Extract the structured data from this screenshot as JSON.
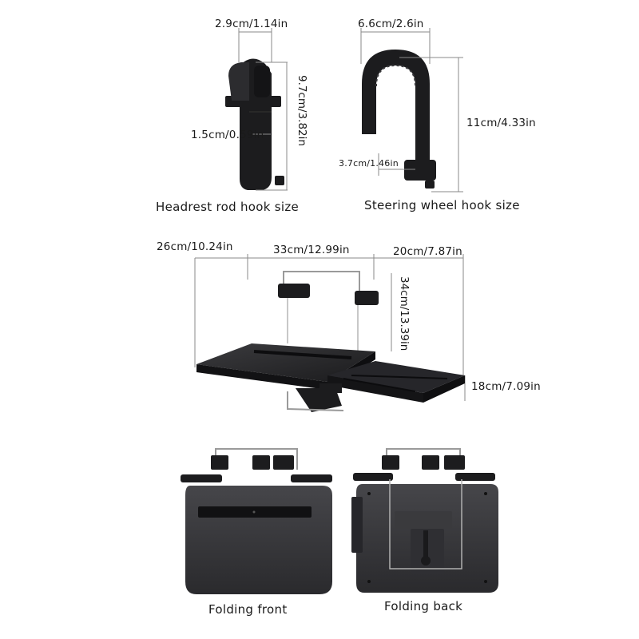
{
  "hooks": {
    "headrest": {
      "width_label": "2.9cm/1.14in",
      "height_label": "9.7cm/3.82in",
      "inner_label": "1.5cm/0.59in",
      "caption": "Headrest rod hook size"
    },
    "steering": {
      "width_label": "6.6cm/2.6in",
      "height_label": "11cm/4.33in",
      "inner_label": "3.7cm/1.46in",
      "caption": "Steering wheel hook size"
    }
  },
  "tray": {
    "left_label": "26cm/10.24in",
    "middle_label": "33cm/12.99in",
    "right_label": "20cm/7.87in",
    "height_label": "34cm/13.39in",
    "drawer_label": "18cm/7.09in"
  },
  "folded": {
    "front_caption": "Folding front",
    "back_caption": "Folding back"
  },
  "colors": {
    "product": "#1c1c1e",
    "product_highlight": "#3a3a3d",
    "metal": "#9a9a9a",
    "dimension_line": "#8a8a8a"
  }
}
